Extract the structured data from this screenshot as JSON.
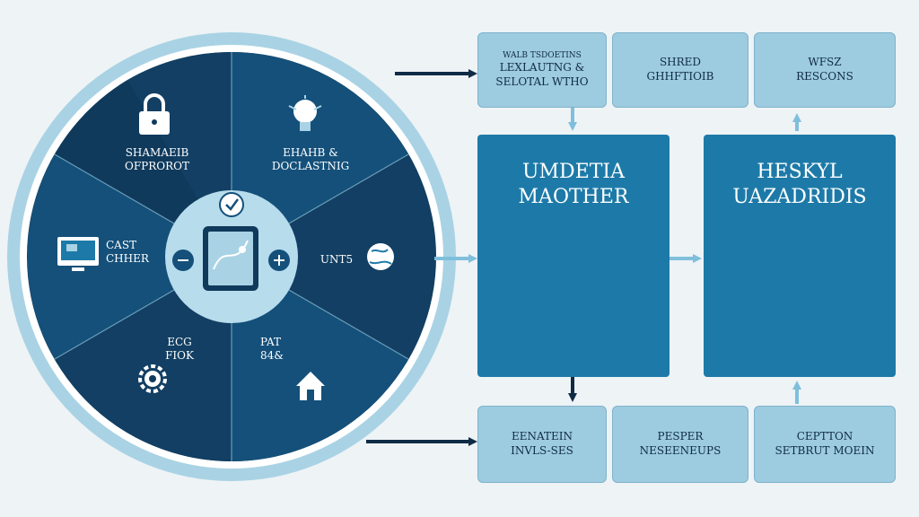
{
  "colors": {
    "wheel_ring": "#a9d3e4",
    "wheel_dark": "#0f3a5c",
    "wheel_mid": "#14507a",
    "hub": "#b7dcec",
    "arrow": "#0f2b45",
    "arrow_light": "#7fbfdc",
    "box_light": "#9dcbe0",
    "panel": "#1d7aa8"
  },
  "wheel": {
    "segments": [
      {
        "label_line1": "SHAMAEIB",
        "label_line2": "OFPROROT",
        "icon": "lock-icon"
      },
      {
        "label_line1": "EHAHB &",
        "label_line2": "DOCLASTNIG",
        "icon": "idea-bulb-icon"
      },
      {
        "label_line1": "UNT5",
        "label_line2": "",
        "icon": "globe-icon"
      },
      {
        "label_line1": "PAT",
        "label_line2": "84&",
        "icon": "house-icon"
      },
      {
        "label_line1": "ECG",
        "label_line2": "FIOK",
        "icon": "gear-icon"
      },
      {
        "label_line1": "CAST",
        "label_line2": "CHHER",
        "icon": "monitor-icon"
      }
    ],
    "hub_icons": [
      "check-icon",
      "tablet-icon",
      "left-dot-icon",
      "right-dot-icon"
    ]
  },
  "top_boxes": [
    {
      "line0": "WALB TSDOETINS",
      "line1": "LEXLAUTNG &",
      "line2": "SELOTAL WTHO"
    },
    {
      "line1": "SHRED",
      "line2": "GHHFTIOIB"
    },
    {
      "line1": "WFSZ",
      "line2": "RESCONS"
    }
  ],
  "panels": [
    {
      "line1": "UMDETIA",
      "line2": "MAOTHER",
      "icon": "smartphone-icon"
    },
    {
      "line1": "HESKYL",
      "line2": "UAZADRIDIS",
      "icon": "desktop-computer-icon"
    }
  ],
  "bottom_boxes": [
    {
      "line1": "EENATEIN",
      "line2": "INVLS-SES"
    },
    {
      "line1": "PESPER",
      "line2": "NESEENEUPS"
    },
    {
      "line1": "CEPTTON",
      "line2": "SETBRUT MOEIN"
    }
  ]
}
